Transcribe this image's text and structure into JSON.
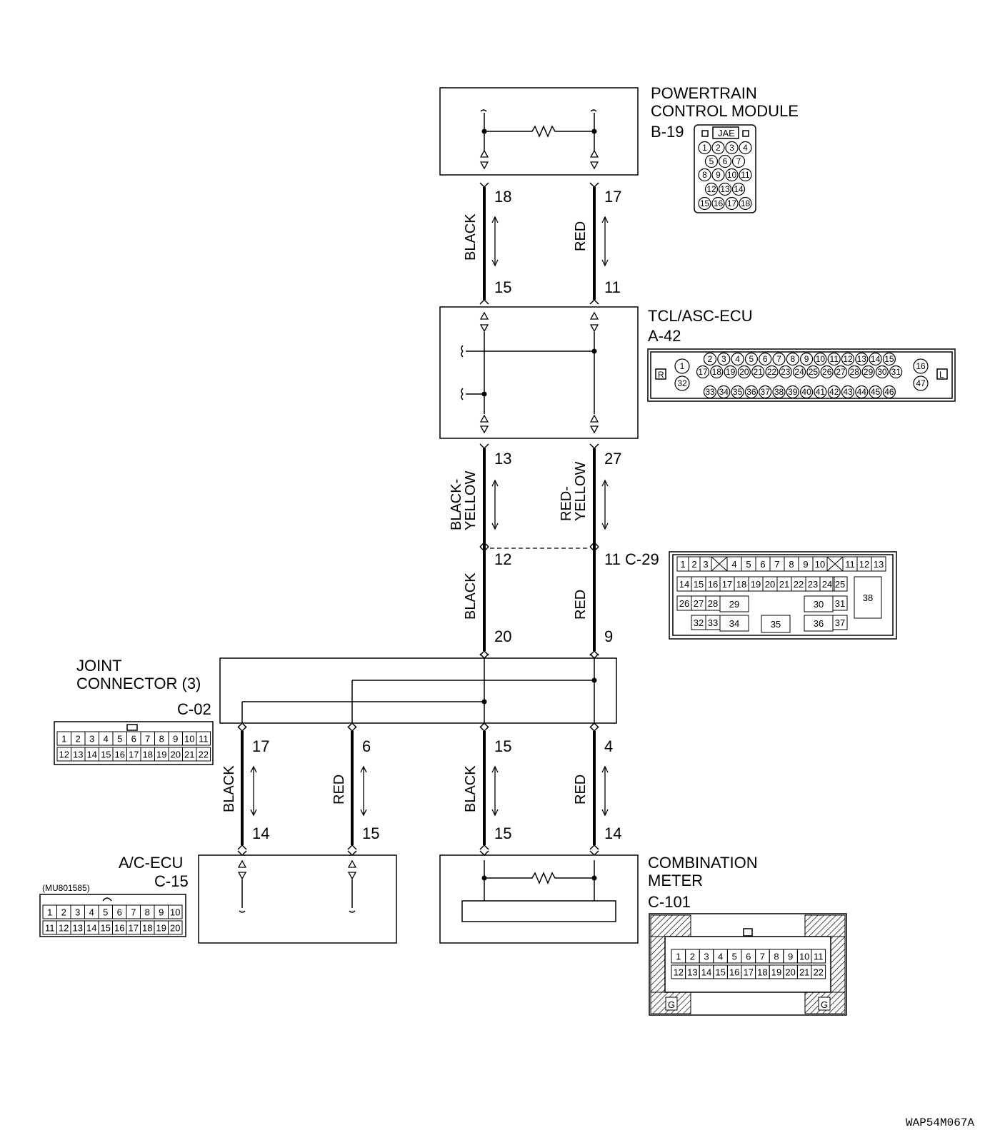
{
  "components": {
    "pcm": {
      "title_line1": "POWERTRAIN",
      "title_line2": "CONTROL MODULE",
      "connector_id": "B-19",
      "connector_type": "JAE",
      "connector_rows": [
        [
          "1",
          "2",
          "3",
          "4"
        ],
        [
          "5",
          "6",
          "7"
        ],
        [
          "8",
          "9",
          "10",
          "11"
        ],
        [
          "12",
          "13",
          "14"
        ],
        [
          "15",
          "16",
          "17",
          "18"
        ]
      ]
    },
    "tcl": {
      "title": "TCL/ASC-ECU",
      "connector_id": "A-42",
      "left_mark": "R",
      "right_mark": "L",
      "connector_rows": [
        [
          "2",
          "3",
          "4",
          "5",
          "6",
          "7",
          "8",
          "9",
          "10",
          "11",
          "12",
          "13",
          "14",
          "15"
        ],
        [
          "17",
          "18",
          "19",
          "20",
          "21",
          "22",
          "23",
          "24",
          "25",
          "26",
          "27",
          "28",
          "29",
          "30",
          "31"
        ],
        [
          "33",
          "34",
          "35",
          "36",
          "37",
          "38",
          "39",
          "40",
          "41",
          "42",
          "43",
          "44",
          "45",
          "46"
        ]
      ],
      "side_left": [
        "1",
        "32"
      ],
      "side_right": [
        "16",
        "47"
      ]
    },
    "c29": {
      "connector_id": "C-29",
      "row1": [
        "1",
        "2",
        "3",
        "",
        "4",
        "5",
        "6",
        "7",
        "8",
        "9",
        "10",
        "",
        "11",
        "12",
        "13"
      ],
      "row2": [
        "14",
        "15",
        "16",
        "17",
        "18",
        "19",
        "20",
        "21",
        "22",
        "23",
        "24",
        "25"
      ],
      "row3": [
        "26",
        "27",
        "28",
        "29",
        "30",
        "31",
        "38"
      ],
      "row4": [
        "32",
        "33",
        "34",
        "35",
        "36",
        "37"
      ]
    },
    "joint": {
      "title_line1": "JOINT",
      "title_line2": "CONNECTOR (3)",
      "connector_id": "C-02",
      "row1": [
        "1",
        "2",
        "3",
        "4",
        "5",
        "6",
        "7",
        "8",
        "9",
        "10",
        "11"
      ],
      "row2": [
        "12",
        "13",
        "14",
        "15",
        "16",
        "17",
        "18",
        "19",
        "20",
        "21",
        "22"
      ]
    },
    "acecu": {
      "title": "A/C-ECU",
      "connector_id": "C-15",
      "part_no": "(MU801585)",
      "row1": [
        "1",
        "2",
        "3",
        "4",
        "5",
        "6",
        "7",
        "8",
        "9",
        "10"
      ],
      "row2": [
        "11",
        "12",
        "13",
        "14",
        "15",
        "16",
        "17",
        "18",
        "19",
        "20"
      ]
    },
    "meter": {
      "title_line1": "COMBINATION",
      "title_line2": "METER",
      "connector_id": "C-101",
      "row1": [
        "1",
        "2",
        "3",
        "4",
        "5",
        "6",
        "7",
        "8",
        "9",
        "10",
        "11"
      ],
      "row2": [
        "12",
        "13",
        "14",
        "15",
        "16",
        "17",
        "18",
        "19",
        "20",
        "21",
        "22"
      ],
      "ground_mark": "G"
    }
  },
  "wires": {
    "seg1_left": {
      "color": "BLACK",
      "pin_top": "18",
      "pin_bottom": "15"
    },
    "seg1_right": {
      "color": "RED",
      "pin_top": "17",
      "pin_bottom": "11"
    },
    "seg2_left": {
      "color_line1": "BLACK-",
      "color_line2": "YELLOW",
      "pin_top": "13"
    },
    "seg2_right": {
      "color_line1": "RED-",
      "color_line2": "YELLOW",
      "pin_top": "27"
    },
    "seg3_left": {
      "color": "BLACK",
      "pin_top": "12",
      "pin_bottom": "20"
    },
    "seg3_right": {
      "color": "RED",
      "pin_top": "11",
      "pin_bottom": "9"
    },
    "seg4_a": {
      "color": "BLACK",
      "pin_top": "17",
      "pin_bottom": "14"
    },
    "seg4_b": {
      "color": "RED",
      "pin_top": "6",
      "pin_bottom": "15"
    },
    "seg4_c": {
      "color": "BLACK",
      "pin_top": "15",
      "pin_bottom": "15"
    },
    "seg4_d": {
      "color": "RED",
      "pin_top": "4",
      "pin_bottom": "14"
    }
  },
  "figure_code": "WAP54M067A"
}
